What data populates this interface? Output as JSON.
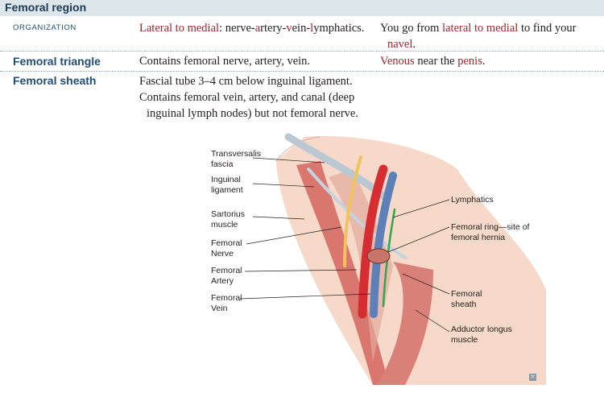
{
  "header": {
    "title": "Femoral region"
  },
  "rows": [
    {
      "label": "ORGANIZATION",
      "fact": {
        "a_red": "Lateral to medial",
        "a_rest": ": nerve-",
        "b_red": "a",
        "b_rest": "rtery-",
        "c_red": "v",
        "c_rest": "ein-",
        "d_red": "l",
        "d_rest": "ymphatics."
      },
      "mnemonic": {
        "pre": "You go from ",
        "red1": "lateral to medial",
        "mid": " to find your",
        "red2": "navel",
        "post": "."
      }
    },
    {
      "label": "Femoral triangle",
      "fact_text": "Contains femoral nerve, artery, vein.",
      "mnemonic": {
        "red1": "Venous",
        "mid": " near the ",
        "red2": "penis",
        "post": "."
      }
    },
    {
      "label": "Femoral sheath",
      "lines": [
        "Fascial tube 3–4 cm below inguinal ligament.",
        "Contains femoral vein, artery, and canal (deep",
        "inguinal lymph nodes) but not femoral nerve."
      ]
    }
  ],
  "figure": {
    "labels_left": [
      {
        "l1": "Transversalis",
        "l2": "fascia"
      },
      {
        "l1": "Inguinal",
        "l2": "ligament"
      },
      {
        "l1": "Sartorius",
        "l2": "muscle"
      },
      {
        "l1": "Femoral",
        "l2": "Nerve"
      },
      {
        "l1": "Femoral",
        "l2": "Artery"
      },
      {
        "l1": "Femoral",
        "l2": "Vein"
      }
    ],
    "labels_right": [
      {
        "l1": "Lymphatics",
        "l2": ""
      },
      {
        "l1": "Femoral ring—site of",
        "l2": "femoral hernia"
      },
      {
        "l1": "Femoral",
        "l2": "sheath"
      },
      {
        "l1": "Adductor longus",
        "l2": "muscle"
      }
    ]
  },
  "colors": {
    "header_bg": "#dde6ea",
    "label_blue": "#1f4e7a",
    "accent_red": "#a0242e"
  }
}
